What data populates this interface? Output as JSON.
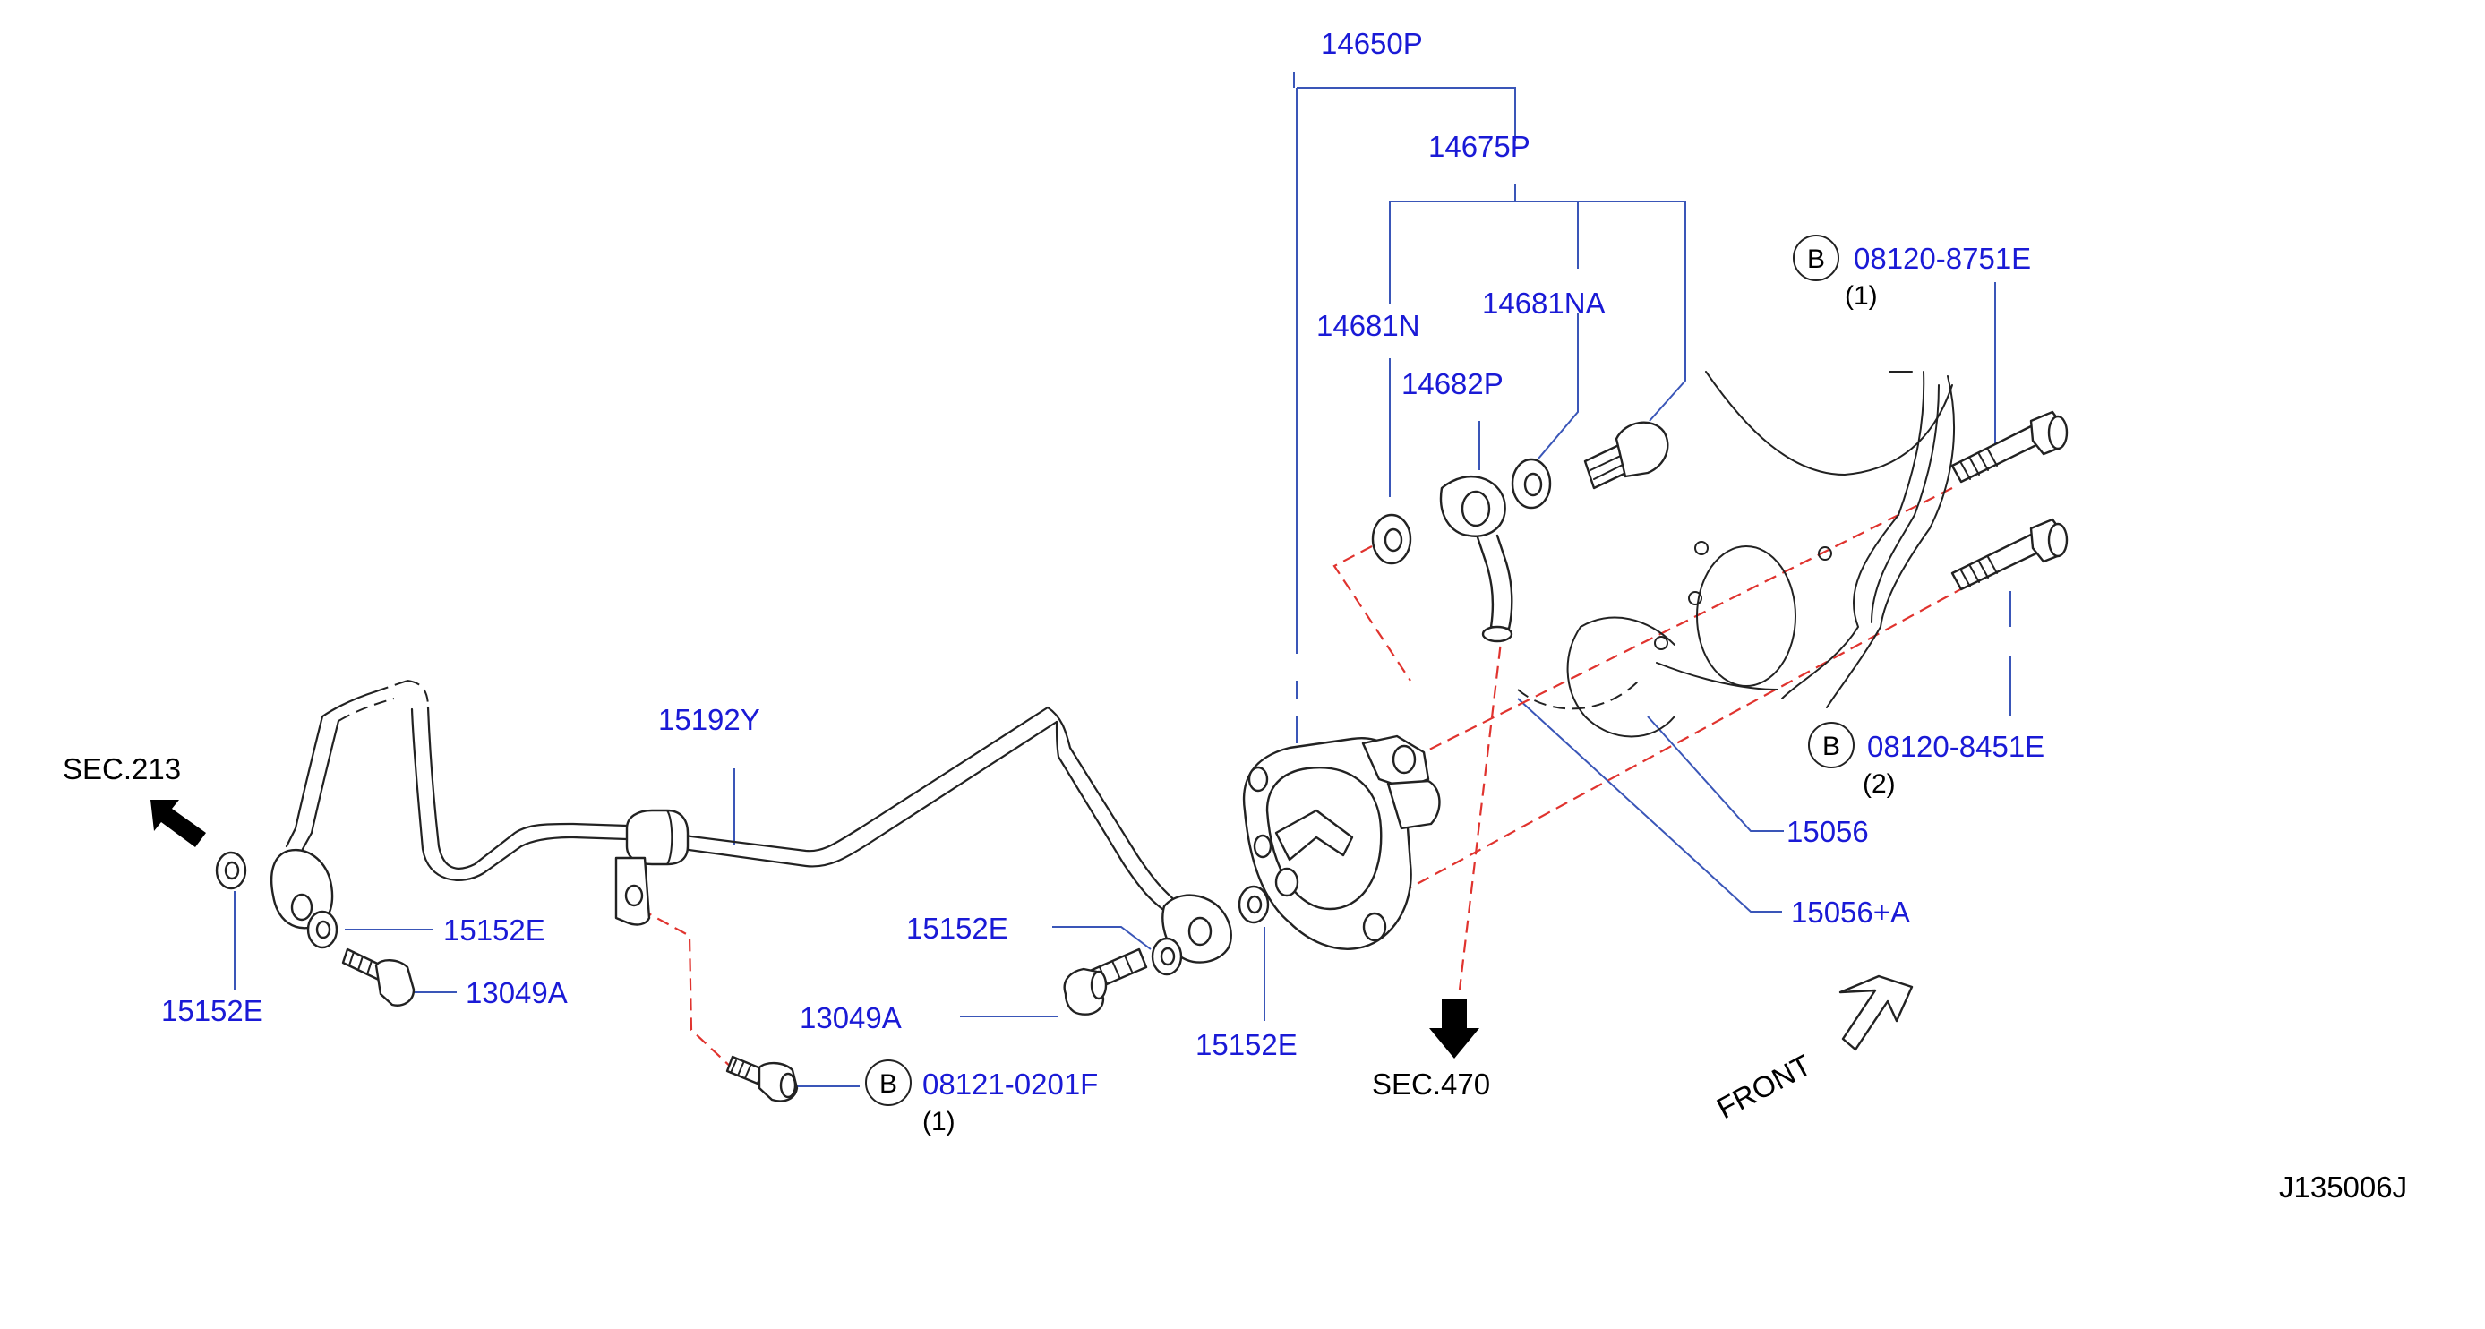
{
  "diagram_id": "J135006J",
  "parts": {
    "p14650P": "14650P",
    "p14675P": "14675P",
    "p14681N": "14681N",
    "p14681NA": "14681NA",
    "p14682P": "14682P",
    "p15192Y": "15192Y",
    "p15152E_left": "15152E",
    "p15152E_mid": "15152E",
    "p15152E_center": "15152E",
    "p15152E_right": "15152E",
    "p13049A_left": "13049A",
    "p13049A_center": "13049A",
    "p15056": "15056",
    "p15056A": "15056+A",
    "bolt_8751": "08120-8751E",
    "bolt_8451": "08120-8451E",
    "bolt_0201": "08121-0201F"
  },
  "quantities": {
    "bolt_8751": "(1)",
    "bolt_8451": "(2)",
    "bolt_0201": "(1)"
  },
  "bolt_marker": "B",
  "references": {
    "sec213": "SEC.213",
    "sec470": "SEC.470",
    "front": "FRONT"
  },
  "colors": {
    "part_number": "#1a1ad6",
    "leader_line": "#3a56b8",
    "dashed_assembly": "#e0332e",
    "line_art": "#222222"
  }
}
